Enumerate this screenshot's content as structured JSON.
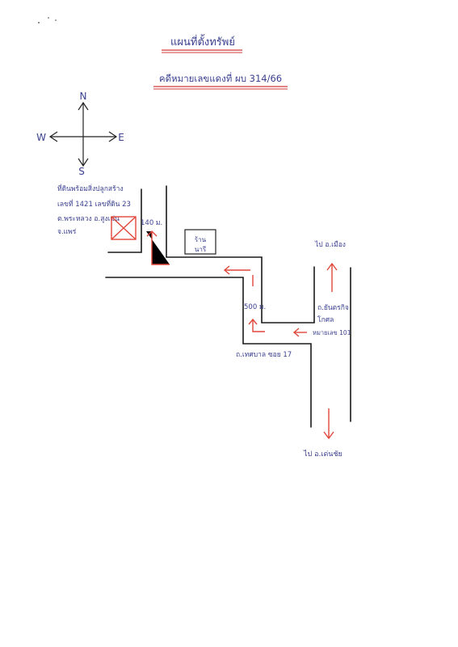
{
  "colors": {
    "ink": "#3a3f8f",
    "road": "#1a1a1a",
    "arrow": "#e0463a",
    "underline": "#d23a3a"
  },
  "header": {
    "title": "แผนที่ตั้งทรัพย์",
    "subtitle": "คดีหมายเลขแดงที่ ผบ 314/66"
  },
  "compass": {
    "north": "N",
    "south": "S",
    "east": "E",
    "west": "W"
  },
  "labels": {
    "property_line1": "ที่ดินพร้อมสิ่งปลูกสร้าง",
    "property_line2": "เลขที่ 1421 เลขที่ดิน 23",
    "property_line3": "ต.พระหลวง อ.สูงเม่น",
    "property_line4": "จ.แพร่",
    "distance_140": "140 ม.",
    "shop_line1": "ร้าน",
    "shop_line2": "นารี",
    "to_mueang": "ไป อ.เมือง",
    "road_main_line1": "ถ.ยันตรกิจ",
    "road_main_line2": "โกศล",
    "road_main_line3": "หมายเลข 101",
    "distance_500": "500 ม.",
    "soi_name": "ถ.เทศบาล ซอย 17",
    "to_denchai": "ไป อ.เด่นชัย"
  }
}
